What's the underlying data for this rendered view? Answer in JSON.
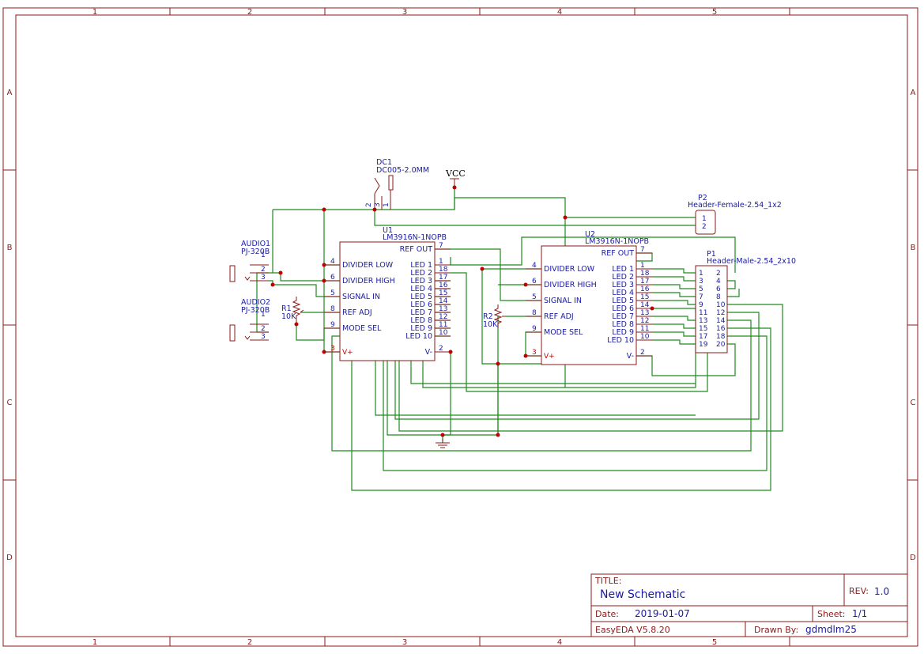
{
  "sheet": {
    "columns": [
      "1",
      "2",
      "3",
      "4",
      "5"
    ],
    "rows": [
      "A",
      "B",
      "C",
      "D"
    ]
  },
  "power": {
    "vcc": "VCC"
  },
  "components": {
    "dc1": {
      "ref": "DC1",
      "value": "DC005-2.0MM",
      "pins": [
        "2",
        "3",
        "1"
      ]
    },
    "audio1": {
      "ref": "AUDIO1",
      "value": "PJ-320B",
      "pins": [
        "1",
        "2",
        "3"
      ]
    },
    "audio2": {
      "ref": "AUDIO2",
      "value": "PJ-320B",
      "pins": [
        "1",
        "2",
        "3"
      ]
    },
    "r1": {
      "ref": "R1",
      "value": "10K"
    },
    "r2": {
      "ref": "R2",
      "value": "10K"
    },
    "u1": {
      "ref": "U1",
      "value": "LM3916N-1NOPB",
      "left_pins": [
        {
          "num": "4",
          "label": "DIVIDER LOW"
        },
        {
          "num": "6",
          "label": "DIVIDER HIGH"
        },
        {
          "num": "5",
          "label": "SIGNAL IN"
        },
        {
          "num": "8",
          "label": "REF ADJ"
        },
        {
          "num": "9",
          "label": "MODE SEL"
        },
        {
          "num": "3",
          "label": "V+"
        }
      ],
      "right_pins": [
        {
          "num": "7",
          "label": "REF OUT"
        },
        {
          "num": "1",
          "label": "LED 1"
        },
        {
          "num": "18",
          "label": "LED 2"
        },
        {
          "num": "17",
          "label": "LED 3"
        },
        {
          "num": "16",
          "label": "LED 4"
        },
        {
          "num": "15",
          "label": "LED 5"
        },
        {
          "num": "14",
          "label": "LED 6"
        },
        {
          "num": "13",
          "label": "LED 7"
        },
        {
          "num": "12",
          "label": "LED 8"
        },
        {
          "num": "11",
          "label": "LED 9"
        },
        {
          "num": "10",
          "label": "LED 10"
        },
        {
          "num": "2",
          "label": "V-"
        }
      ]
    },
    "u2": {
      "ref": "U2",
      "value": "LM3916N-1NOPB",
      "left_pins": [
        {
          "num": "4",
          "label": "DIVIDER LOW"
        },
        {
          "num": "6",
          "label": "DIVIDER HIGH"
        },
        {
          "num": "5",
          "label": "SIGNAL IN"
        },
        {
          "num": "8",
          "label": "REF ADJ"
        },
        {
          "num": "9",
          "label": "MODE SEL"
        },
        {
          "num": "3",
          "label": "V+"
        }
      ],
      "right_pins": [
        {
          "num": "7",
          "label": "REF OUT"
        },
        {
          "num": "1",
          "label": "LED 1"
        },
        {
          "num": "18",
          "label": "LED 2"
        },
        {
          "num": "17",
          "label": "LED 3"
        },
        {
          "num": "16",
          "label": "LED 4"
        },
        {
          "num": "15",
          "label": "LED 5"
        },
        {
          "num": "14",
          "label": "LED 6"
        },
        {
          "num": "13",
          "label": "LED 7"
        },
        {
          "num": "12",
          "label": "LED 8"
        },
        {
          "num": "11",
          "label": "LED 9"
        },
        {
          "num": "10",
          "label": "LED 10"
        },
        {
          "num": "2",
          "label": "V-"
        }
      ]
    },
    "p1": {
      "ref": "P1",
      "value": "Header-Male-2.54_2x10",
      "left_pins": [
        "1",
        "3",
        "5",
        "7",
        "9",
        "11",
        "13",
        "15",
        "17",
        "19"
      ],
      "right_pins": [
        "2",
        "4",
        "6",
        "8",
        "10",
        "12",
        "14",
        "16",
        "18",
        "20"
      ]
    },
    "p2": {
      "ref": "P2",
      "value": "Header-Female-2.54_1x2",
      "pins": [
        "1",
        "2"
      ]
    }
  },
  "title_block": {
    "title_key": "TITLE:",
    "title": "New Schematic",
    "rev_key": "REV:",
    "rev": "1.0",
    "date_key": "Date:",
    "date": "2019-01-07",
    "sheet_key": "Sheet:",
    "sheet": "1/1",
    "tool": "EasyEDA V5.8.20",
    "drawn_key": "Drawn By:",
    "drawn_by": "gdmdlm25"
  }
}
